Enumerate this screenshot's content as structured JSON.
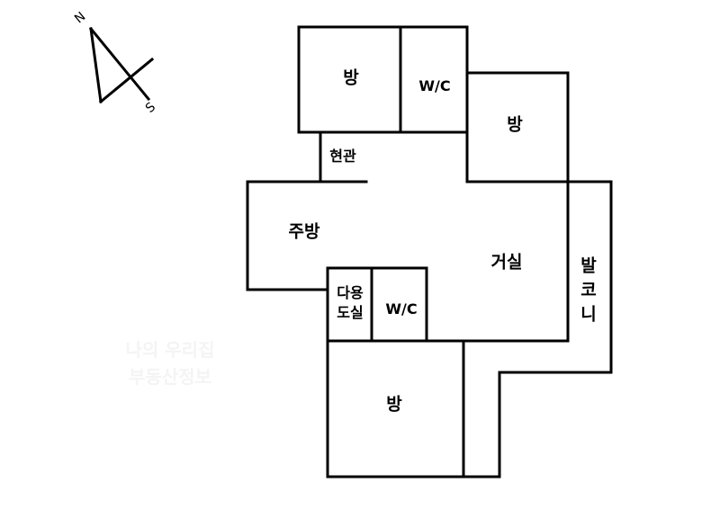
{
  "compass": {
    "north_label": "N",
    "south_label": "S"
  },
  "watermark": {
    "line1": "나의 우리집",
    "line2": "부동산정보"
  },
  "rooms": {
    "room_top_left": {
      "label": "방"
    },
    "wc_top": {
      "label": "W/C"
    },
    "room_top_right": {
      "label": "방"
    },
    "entrance": {
      "label": "현관"
    },
    "kitchen": {
      "label": "주방"
    },
    "living_room": {
      "label": "거실"
    },
    "balcony": {
      "label": "발\n코\n니"
    },
    "utility": {
      "label": "다용\n도실"
    },
    "wc_bottom": {
      "label": "W/C"
    },
    "room_bottom": {
      "label": "방"
    }
  },
  "colors": {
    "wall": "#000000",
    "background": "#ffffff"
  }
}
